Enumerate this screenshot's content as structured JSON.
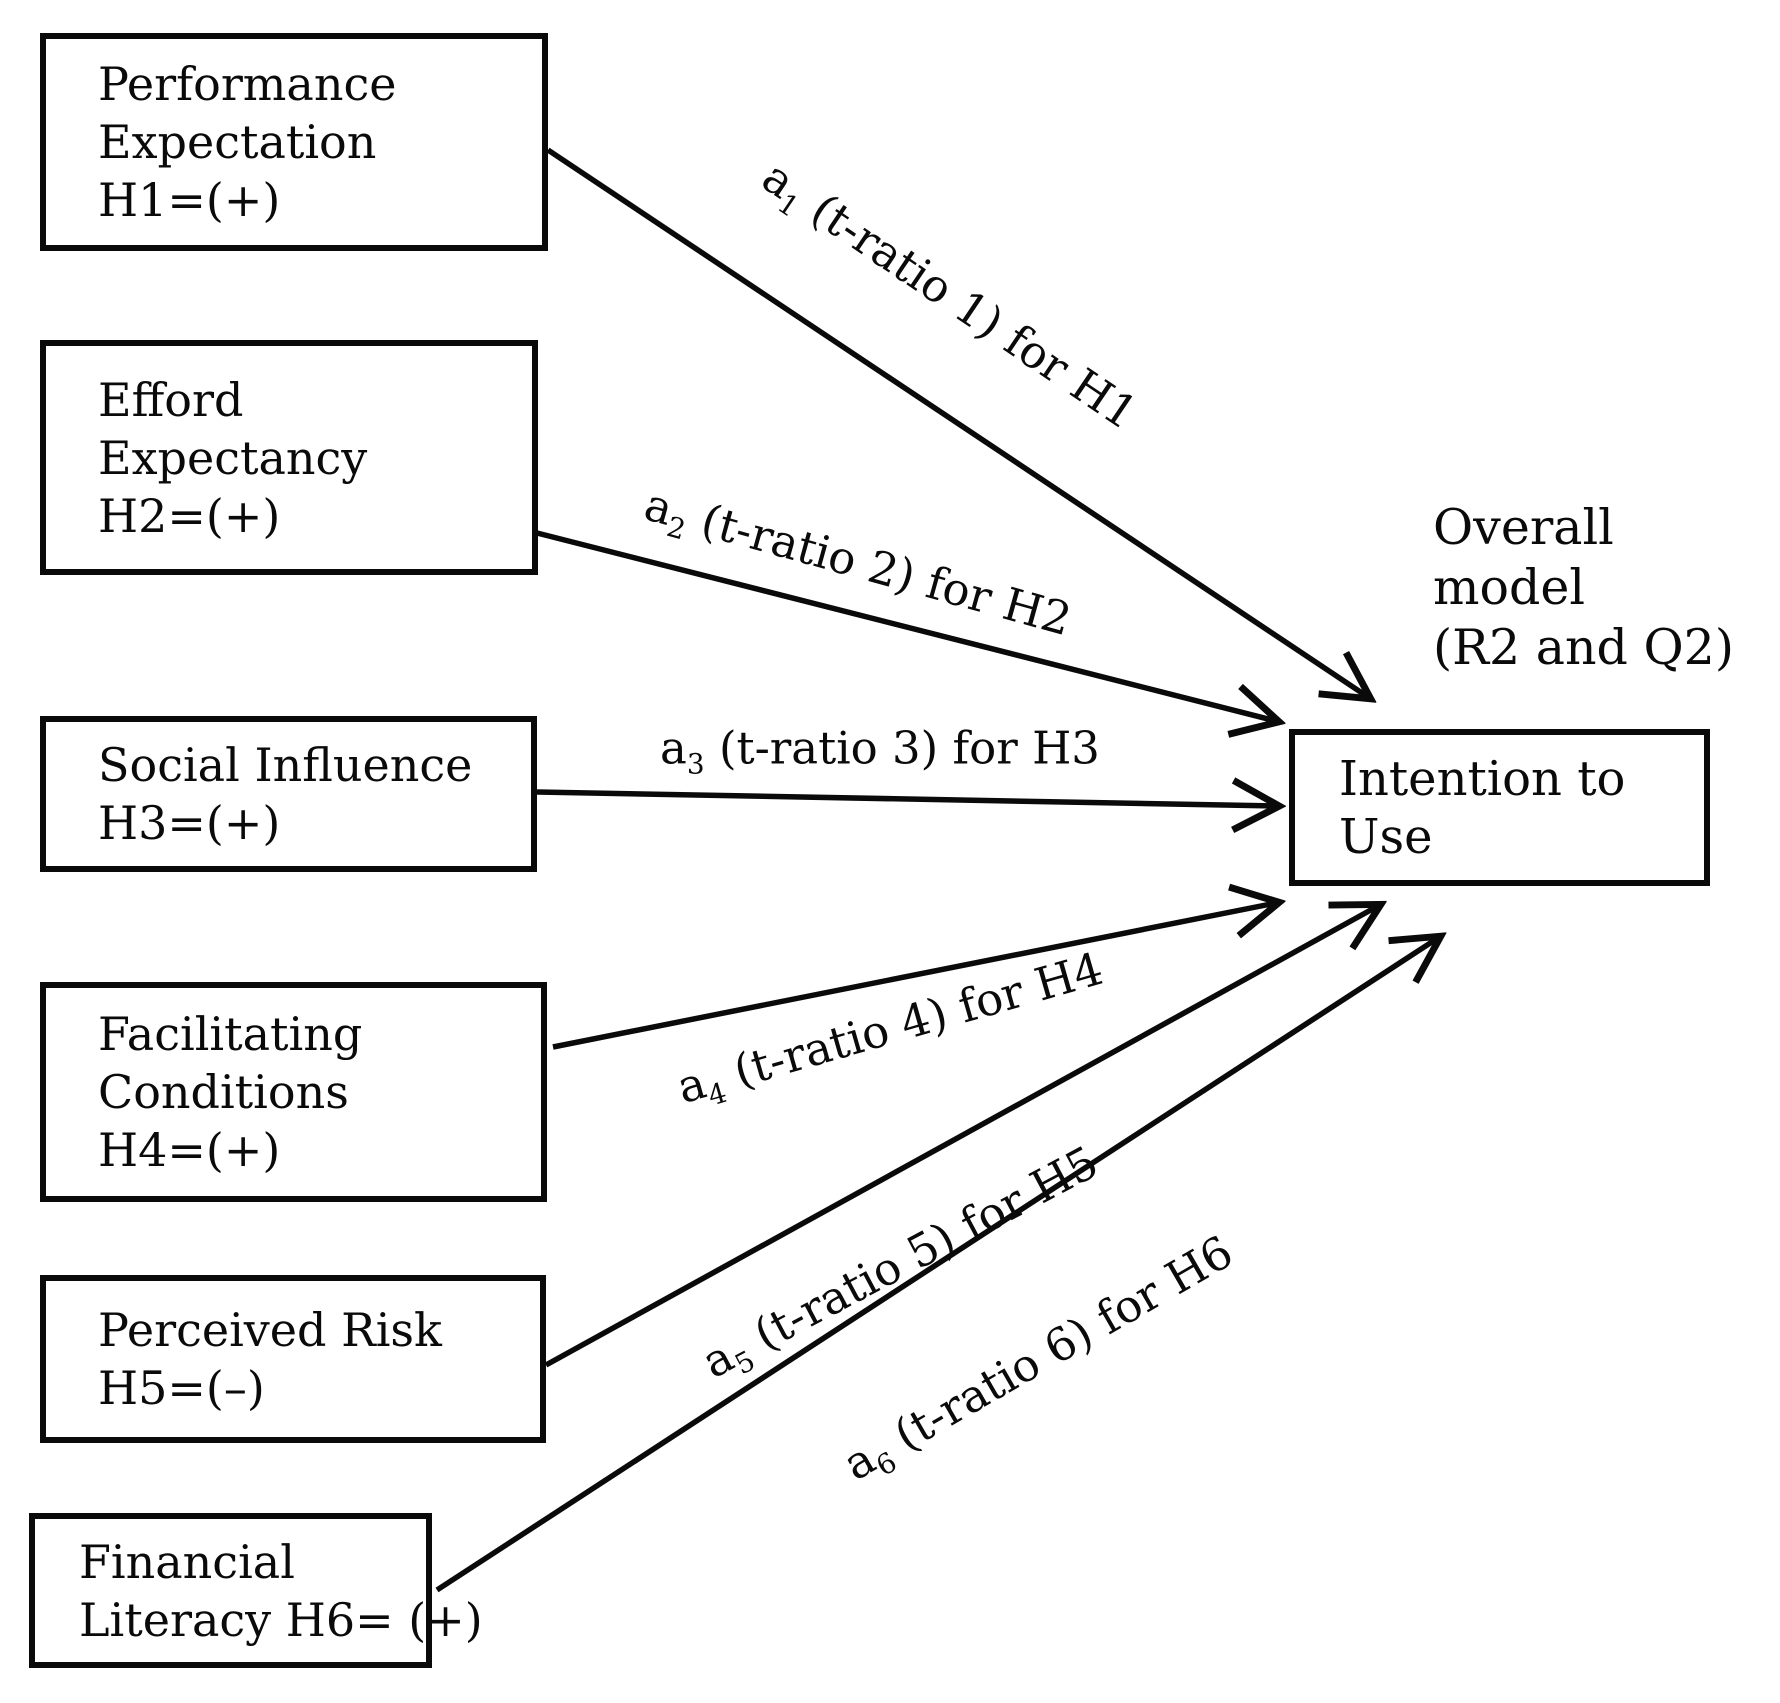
{
  "diagram": {
    "colors": {
      "ink": "#0a0a0a",
      "background": "#ffffff"
    },
    "factors": [
      {
        "name": "performance-expectation",
        "lines": [
          "Performance",
          "Expectation",
          "H1=(+)"
        ]
      },
      {
        "name": "efford-expectancy",
        "lines": [
          "Efford",
          "Expectancy",
          "H2=(+)"
        ]
      },
      {
        "name": "social-influence",
        "lines": [
          "Social Influence",
          "H3=(+)"
        ]
      },
      {
        "name": "facilitating-conditions",
        "lines": [
          "Facilitating",
          "Conditions",
          "H4=(+)"
        ]
      },
      {
        "name": "perceived-risk",
        "lines": [
          "Perceived Risk",
          "H5=(–)"
        ]
      },
      {
        "name": "financial-literacy",
        "lines": [
          "Financial",
          "Literacy H6= (+)"
        ]
      }
    ],
    "outcome": {
      "name": "intention-to-use",
      "lines": [
        "Intention to",
        "Use"
      ]
    },
    "annotation": {
      "lines": [
        "Overall",
        "model",
        "(R2 and Q2)"
      ]
    },
    "paths": [
      {
        "prefix": "a",
        "sub": "1",
        "label": " (t-ratio 1) for H1"
      },
      {
        "prefix": "a",
        "sub": "2",
        "label": " (t-ratio 2) for H2"
      },
      {
        "prefix": "a",
        "sub": "3",
        "label": " (t-ratio 3) for H3"
      },
      {
        "prefix": "a",
        "sub": "4",
        "label": " (t-ratio 4) for H4"
      },
      {
        "prefix": "a",
        "sub": "5",
        "label": " (t-ratio 5) for H5"
      },
      {
        "prefix": "a",
        "sub": "6",
        "label": " (t-ratio 6) for H6"
      }
    ]
  }
}
